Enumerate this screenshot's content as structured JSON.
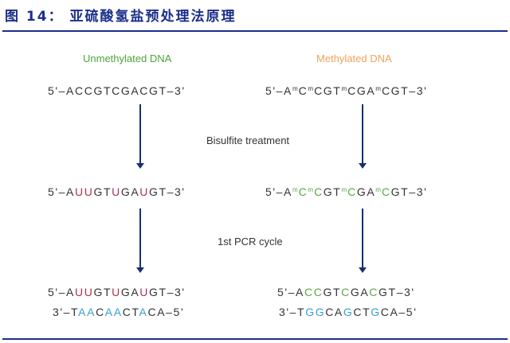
{
  "figure": {
    "title": "图 14： 亚硫酸氢盐预处理法原理"
  },
  "columns": {
    "unmethylated_label": "Unmethylated DNA",
    "methylated_label": "Methylated DNA"
  },
  "steps": {
    "step1": "Bisulfite treatment",
    "step2": "1st PCR cycle"
  },
  "colors": {
    "title": "#1b2f8a",
    "unmethylated_label": "#4ea33c",
    "methylated_label": "#f0a35a",
    "uracil": "#b0324a",
    "methyl_c_green": "#5aa845",
    "complement_blue": "#3aa0d0",
    "arrow": "#1b2f6e",
    "sequence_text": "#333333"
  },
  "sequences": {
    "unmethylated": {
      "original": {
        "prefix": "5'–",
        "bases": [
          "A",
          "C",
          "C",
          "G",
          "T",
          "C",
          "G",
          "A",
          "C",
          "G",
          "T"
        ],
        "suffix": "–3'",
        "highlight": []
      },
      "after_bisulfite": {
        "prefix": "5'–",
        "bases": [
          "A",
          "U",
          "U",
          "G",
          "T",
          "U",
          "G",
          "A",
          "U",
          "G",
          "T"
        ],
        "suffix": "–3'",
        "highlight": [
          1,
          2,
          5,
          8
        ],
        "highlight_color": "uracil"
      },
      "pcr_top": {
        "prefix": "5'–",
        "bases": [
          "A",
          "U",
          "U",
          "G",
          "T",
          "U",
          "G",
          "A",
          "U",
          "G",
          "T"
        ],
        "suffix": "–3'",
        "highlight": [
          1,
          2,
          5,
          8
        ],
        "highlight_color": "uracil"
      },
      "pcr_bottom": {
        "prefix": "3'–",
        "bases": [
          "T",
          "A",
          "A",
          "C",
          "A",
          "A",
          "C",
          "T",
          "A",
          "C",
          "A"
        ],
        "suffix": "–5'",
        "highlight": [
          1,
          2,
          4,
          5,
          8
        ],
        "highlight_color": "complement_blue"
      }
    },
    "methylated": {
      "original": {
        "prefix": "5'–",
        "bases": [
          "A",
          "mC",
          "mC",
          "G",
          "T",
          "mC",
          "G",
          "A",
          "mC",
          "G",
          "T"
        ],
        "suffix": "–3'",
        "highlight": []
      },
      "after_bisulfite": {
        "prefix": "5'–",
        "bases": [
          "A",
          "mC",
          "mC",
          "G",
          "T",
          "mC",
          "G",
          "A",
          "mC",
          "G",
          "T"
        ],
        "suffix": "–3'",
        "highlight": [
          1,
          2,
          5,
          8
        ],
        "highlight_color": "methyl_c_green"
      },
      "pcr_top": {
        "prefix": "5'–",
        "bases": [
          "A",
          "C",
          "C",
          "G",
          "T",
          "C",
          "G",
          "A",
          "C",
          "G",
          "T"
        ],
        "suffix": "–3'",
        "highlight": [
          1,
          2,
          5,
          8
        ],
        "highlight_color": "methyl_c_green"
      },
      "pcr_bottom": {
        "prefix": "3'–",
        "bases": [
          "T",
          "G",
          "G",
          "C",
          "A",
          "G",
          "C",
          "T",
          "G",
          "C",
          "A"
        ],
        "suffix": "–5'",
        "highlight": [
          1,
          2,
          5,
          8
        ],
        "highlight_color": "complement_blue"
      }
    }
  }
}
